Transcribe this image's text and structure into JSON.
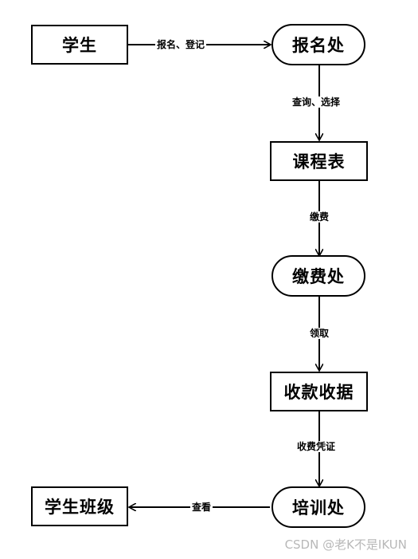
{
  "nodes": {
    "student": "学生",
    "registration_office": "报名处",
    "course_schedule": "课程表",
    "payment_office": "缴费处",
    "receipt": "收款收据",
    "training_office": "培训处",
    "student_class": "学生班级"
  },
  "edges": {
    "register": "报名、登记",
    "query_select": "查询、选择",
    "pay": "缴费",
    "collect": "领取",
    "payment_voucher": "收费凭证",
    "view": "查看"
  },
  "watermark": "CSDN @老K不是IKUN"
}
